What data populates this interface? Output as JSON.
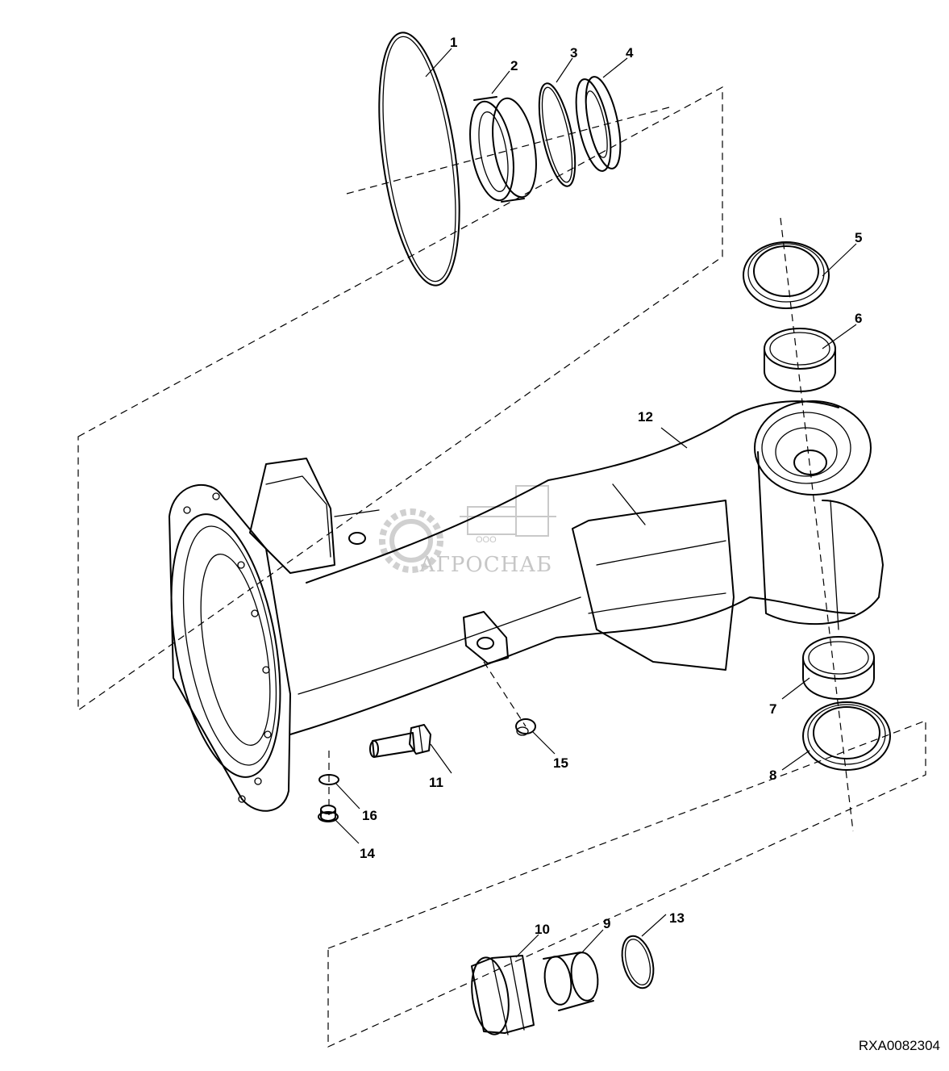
{
  "watermark": {
    "company_prefix": "ООО",
    "company_name": "АГРОСНАБ"
  },
  "callouts": [
    {
      "id": "1",
      "label": "1"
    },
    {
      "id": "2",
      "label": "2"
    },
    {
      "id": "3",
      "label": "3"
    },
    {
      "id": "4",
      "label": "4"
    },
    {
      "id": "5",
      "label": "5"
    },
    {
      "id": "6",
      "label": "6"
    },
    {
      "id": "7",
      "label": "7"
    },
    {
      "id": "8",
      "label": "8"
    },
    {
      "id": "9",
      "label": "9"
    },
    {
      "id": "10",
      "label": "10"
    },
    {
      "id": "11",
      "label": "11"
    },
    {
      "id": "12",
      "label": "12"
    },
    {
      "id": "13",
      "label": "13"
    },
    {
      "id": "14",
      "label": "14"
    },
    {
      "id": "15",
      "label": "15"
    },
    {
      "id": "16",
      "label": "16"
    }
  ],
  "drawing_code": "RXA0082304"
}
